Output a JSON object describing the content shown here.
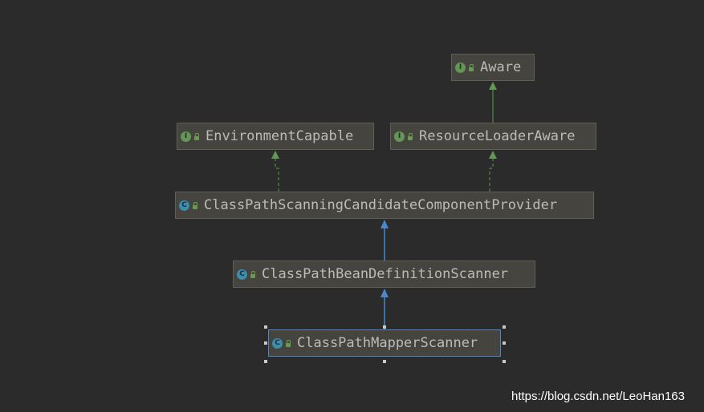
{
  "colors": {
    "background": "#2b2b2b",
    "interface_edge": "#629755",
    "class_edge": "#4a88c7",
    "node_fill": "#45443e",
    "selection": "#4a88c7"
  },
  "nodes": {
    "aware": {
      "label": "Aware",
      "kind": "interface",
      "kind_letter": "I"
    },
    "environment_capable": {
      "label": "EnvironmentCapable",
      "kind": "interface",
      "kind_letter": "I"
    },
    "resource_loader_aware": {
      "label": "ResourceLoaderAware",
      "kind": "interface",
      "kind_letter": "I"
    },
    "scanning_provider": {
      "label": "ClassPathScanningCandidateComponentProvider",
      "kind": "class",
      "kind_letter": "C"
    },
    "bean_definition_scanner": {
      "label": "ClassPathBeanDefinitionScanner",
      "kind": "class",
      "kind_letter": "C"
    },
    "mapper_scanner": {
      "label": "ClassPathMapperScanner",
      "kind": "class",
      "kind_letter": "C",
      "selected": true
    }
  },
  "edges": [
    {
      "from": "resource_loader_aware",
      "to": "aware",
      "type": "extends-interface"
    },
    {
      "from": "scanning_provider",
      "to": "environment_capable",
      "type": "implements"
    },
    {
      "from": "scanning_provider",
      "to": "resource_loader_aware",
      "type": "implements"
    },
    {
      "from": "bean_definition_scanner",
      "to": "scanning_provider",
      "type": "extends-class"
    },
    {
      "from": "mapper_scanner",
      "to": "bean_definition_scanner",
      "type": "extends-class"
    }
  ],
  "watermark": "https://blog.csdn.net/LeoHan163"
}
